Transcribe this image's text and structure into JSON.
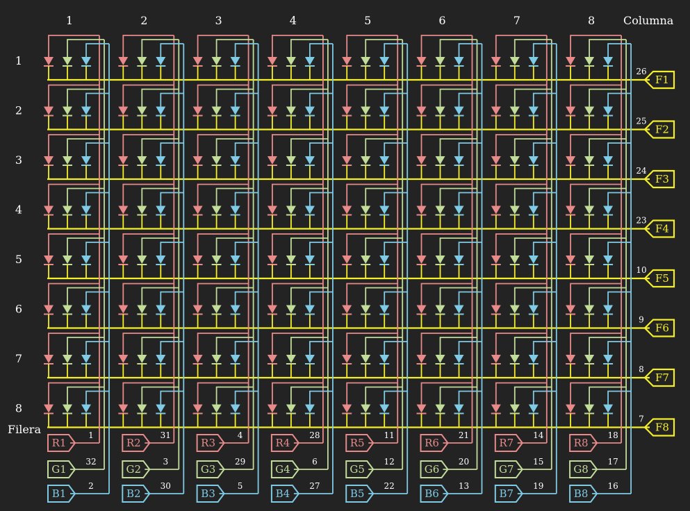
{
  "labels": {
    "columns_title": "Columna",
    "rows_title": "Filera"
  },
  "column_numbers": [
    "1",
    "2",
    "3",
    "4",
    "5",
    "6",
    "7",
    "8"
  ],
  "row_numbers": [
    "1",
    "2",
    "3",
    "4",
    "5",
    "6",
    "7",
    "8"
  ],
  "row_connectors": [
    {
      "name": "F1",
      "pin": "26"
    },
    {
      "name": "F2",
      "pin": "25"
    },
    {
      "name": "F3",
      "pin": "24"
    },
    {
      "name": "F4",
      "pin": "23"
    },
    {
      "name": "F5",
      "pin": "10"
    },
    {
      "name": "F6",
      "pin": "9"
    },
    {
      "name": "F7",
      "pin": "8"
    },
    {
      "name": "F8",
      "pin": "7"
    }
  ],
  "column_connectors": [
    {
      "r": "R1",
      "r_pin": "1",
      "g": "G1",
      "g_pin": "32",
      "b": "B1",
      "b_pin": "2"
    },
    {
      "r": "R2",
      "r_pin": "31",
      "g": "G2",
      "g_pin": "3",
      "b": "B2",
      "b_pin": "30"
    },
    {
      "r": "R3",
      "r_pin": "4",
      "g": "G3",
      "g_pin": "29",
      "b": "B3",
      "b_pin": "5"
    },
    {
      "r": "R4",
      "r_pin": "28",
      "g": "G4",
      "g_pin": "6",
      "b": "B4",
      "b_pin": "27"
    },
    {
      "r": "R5",
      "r_pin": "11",
      "g": "G5",
      "g_pin": "12",
      "b": "B5",
      "b_pin": "22"
    },
    {
      "r": "R6",
      "r_pin": "21",
      "g": "G6",
      "g_pin": "20",
      "b": "B6",
      "b_pin": "13"
    },
    {
      "r": "R7",
      "r_pin": "14",
      "g": "G7",
      "g_pin": "15",
      "b": "B7",
      "b_pin": "19"
    },
    {
      "r": "R8",
      "r_pin": "18",
      "g": "G8",
      "g_pin": "17",
      "b": "B8",
      "b_pin": "16"
    }
  ],
  "colors": {
    "background": "#232323",
    "red": "#e88a8a",
    "green": "#c2dc9a",
    "blue": "#7fcbe6",
    "yellow": "#f4ef2a",
    "text": "#ffffff"
  }
}
